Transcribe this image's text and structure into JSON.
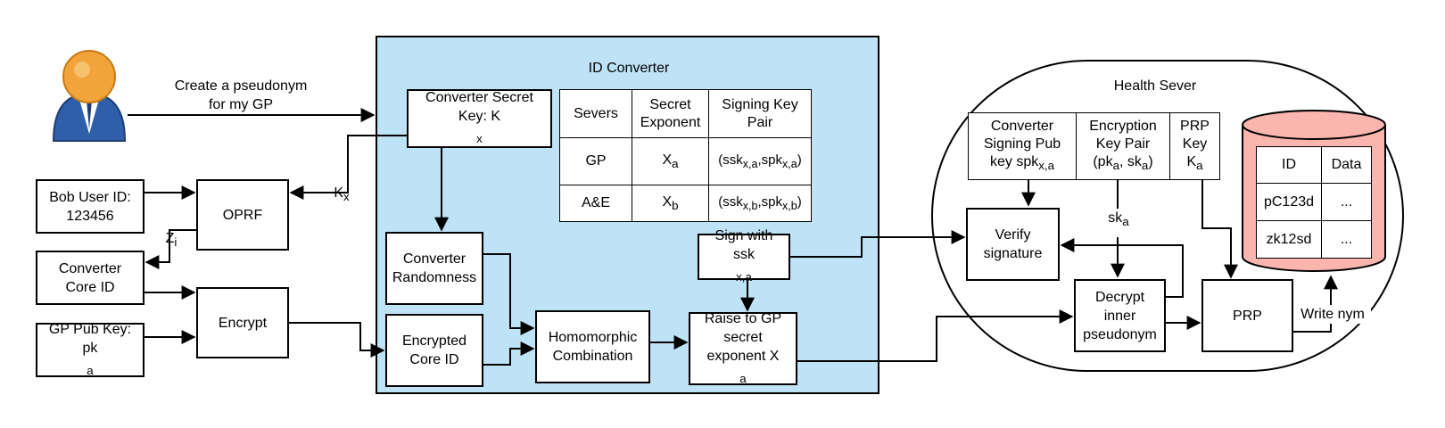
{
  "top_label": {
    "line1": "Create a pseudonym",
    "line2": "for my GP"
  },
  "left": {
    "bob_user_id": {
      "line1": "Bob User ID:",
      "line2": "123456"
    },
    "oprf": "OPRF",
    "converter_core_id": {
      "line1": "Converter",
      "line2": "Core ID"
    },
    "encrypt": "Encrypt",
    "gp_pub_key": {
      "line1": "GP Pub Key:",
      "line2_base": "pk",
      "line2_sub": "a"
    },
    "kx_label": {
      "base": "K",
      "sub": "x"
    },
    "zi_label": {
      "base": "Z",
      "sub": "i"
    }
  },
  "id_converter": {
    "title": "ID Converter",
    "secret_key": {
      "line1": "Converter Secret",
      "line2_base": "Key: K",
      "line2_sub": "x"
    },
    "randomness": {
      "line1": "Converter",
      "line2": "Randomness"
    },
    "encrypted_core_id": {
      "line1": "Encrypted",
      "line2": "Core ID"
    },
    "homomorphic": {
      "line1": "Homomorphic",
      "line2": "Combination"
    },
    "sign_with": {
      "line1": "Sign with",
      "line2_base": "ssk",
      "line2_sub": "x,a"
    },
    "raise": {
      "line1": "Raise to GP",
      "line2": "secret",
      "line3_base": "exponent X",
      "line3_sub": "a"
    },
    "key_table": {
      "headers": [
        "Severs",
        "Secret\nExponent",
        "Signing Key\nPair"
      ],
      "rows": [
        {
          "server": "GP",
          "exp_base": "X",
          "exp_sub": "a",
          "pair": {
            "ssk_sub": "x,a",
            "spk_sub": "x,a"
          }
        },
        {
          "server": "A&E",
          "exp_base": "X",
          "exp_sub": "b",
          "pair": {
            "ssk_sub": "x,b",
            "spk_sub": "x,b"
          }
        }
      ],
      "ssk": "ssk",
      "spk": "spk"
    }
  },
  "health_server": {
    "title": "Health Sever",
    "keys_table": {
      "col1": {
        "line1": "Converter",
        "line2": "Signing Pub",
        "line3_base": "key spk",
        "line3_sub": "x,a"
      },
      "col2": {
        "line1": "Encryption",
        "line2": "Key Pair",
        "line3": {
          "pk_sub": "a",
          "sk_sub": "a"
        }
      },
      "col3": {
        "line1": "PRP",
        "line2": "Key",
        "line3_base": "K",
        "line3_sub": "a"
      }
    },
    "verify": {
      "line1": "Verify",
      "line2": "signature"
    },
    "decrypt": {
      "line1": "Decrypt",
      "line2": "inner",
      "line3": "pseudonym"
    },
    "prp": "PRP",
    "write_nym": "Write nym",
    "ska_label": {
      "base": "sk",
      "sub": "a"
    },
    "database": {
      "headers": [
        "ID",
        "Data"
      ],
      "rows": [
        [
          "pC123d",
          "..."
        ],
        [
          "zk12sd",
          "..."
        ]
      ]
    }
  },
  "colors": {
    "converter_panel": "#bfe3f6",
    "database": "#f9b5ae",
    "user_body": "#2e5fa8",
    "user_head": "#f2a33a"
  }
}
